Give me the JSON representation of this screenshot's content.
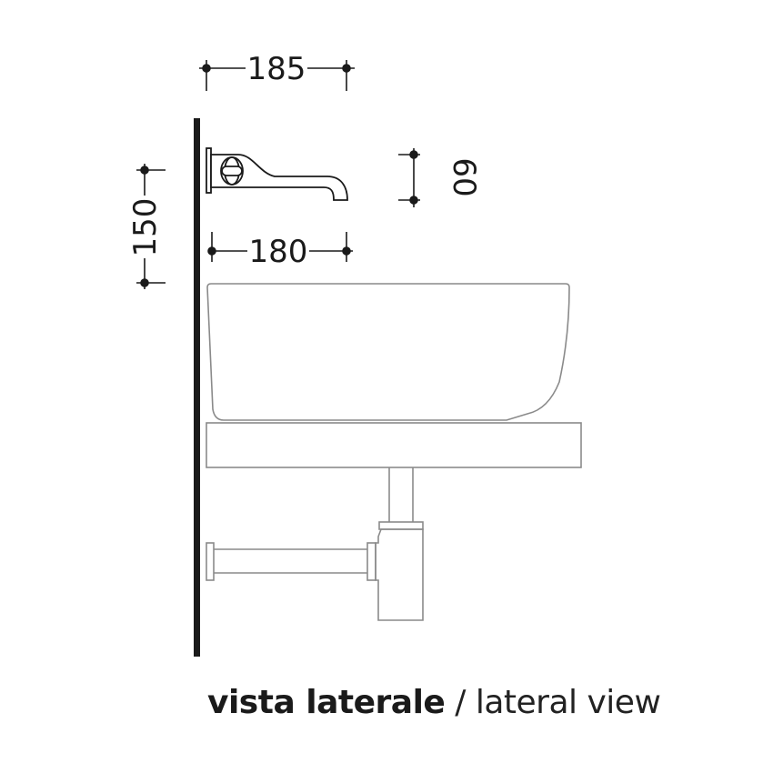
{
  "diagram": {
    "title": "vista laterale / lateral view",
    "caption": {
      "italian": "vista laterale",
      "separator": " / ",
      "english": "lateral view"
    },
    "dimensions": {
      "spout_total_width": "185",
      "spout_projection": "180",
      "spout_mount_height": "150",
      "spout_height": "60"
    },
    "components": [
      "wall",
      "wall-mounted spout",
      "basin",
      "countertop",
      "waste pipe",
      "bottle trap"
    ],
    "colors": {
      "wall": "#1a1a1a",
      "outline": "#8a8a8a",
      "dimension": "#1a1a1a",
      "background": "#ffffff"
    }
  }
}
